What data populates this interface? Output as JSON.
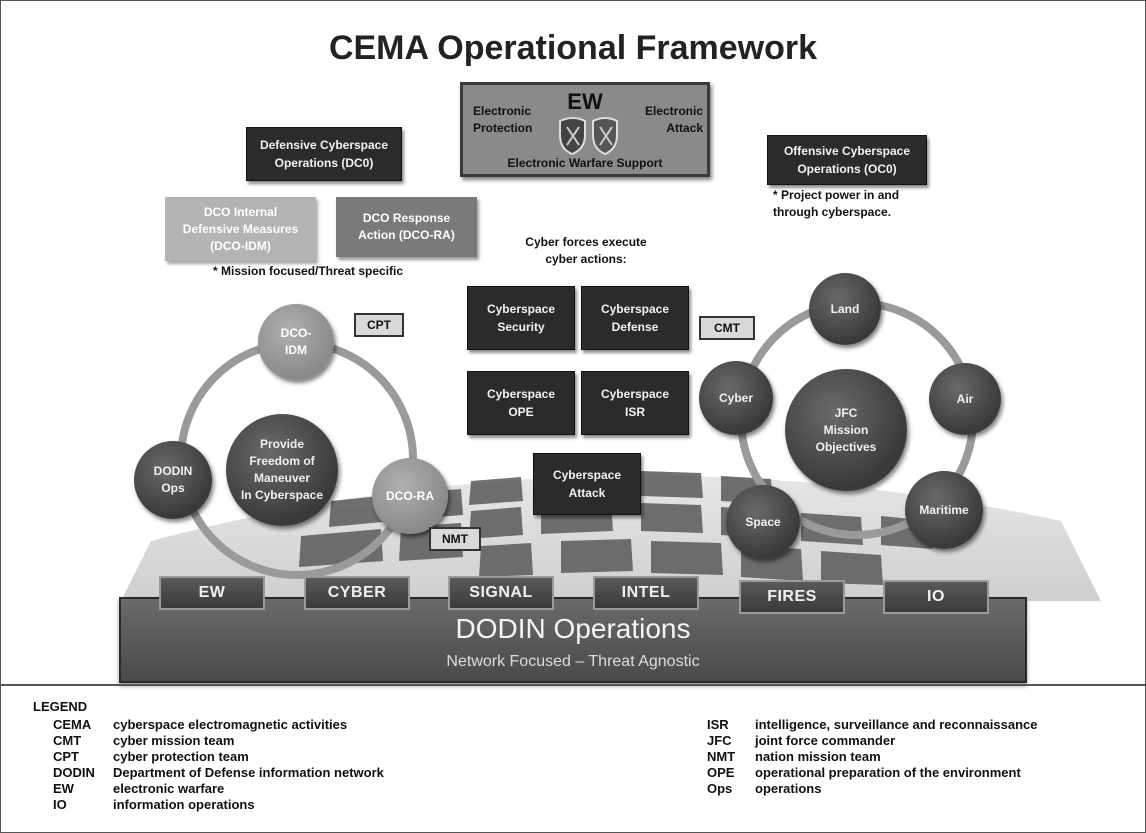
{
  "title": "CEMA Operational Framework",
  "ew": {
    "heading": "EW",
    "left": "Electronic\nProtection",
    "right": "Electronic\nAttack",
    "bottom": "Electronic Warfare Support"
  },
  "dco": {
    "main": "Defensive Cyberspace\nOperations (DC0)",
    "idm": "DCO Internal\nDefensive Measures\n(DCO-IDM)",
    "ra": "DCO Response\nAction (DCO-RA)",
    "note": "* Mission focused/Threat specific"
  },
  "oco": {
    "main": "Offensive Cyberspace\nOperations (OC0)",
    "note": "* Project power in and\nthrough cyberspace."
  },
  "actions": {
    "heading": "Cyber forces execute\ncyber actions:",
    "security": "Cyberspace\nSecurity",
    "defense": "Cyberspace\nDefense",
    "ope": "Cyberspace\nOPE",
    "isr": "Cyberspace\nISR",
    "attack": "Cyberspace\nAttack"
  },
  "left_ring": {
    "dco_idm": "DCO-\nIDM",
    "dodin_ops": "DODIN\nOps",
    "dco_ra": "DCO-RA",
    "center": "Provide\nFreedom of\nManeuver\nIn Cyberspace",
    "cpt": "CPT",
    "nmt": "NMT"
  },
  "right_ring": {
    "land": "Land",
    "air": "Air",
    "maritime": "Maritime",
    "space": "Space",
    "cyber": "Cyber",
    "center": "JFC\nMission\nObjectives",
    "cmt": "CMT"
  },
  "tabs": [
    "EW",
    "CYBER",
    "SIGNAL",
    "INTEL",
    "FIRES",
    "IO"
  ],
  "platform": {
    "title": "DODIN Operations",
    "subtitle": "Network Focused – Threat Agnostic"
  },
  "legend": {
    "heading": "LEGEND",
    "left": [
      {
        "abbr": "CEMA",
        "def": "cyberspace electromagnetic activities"
      },
      {
        "abbr": "CMT",
        "def": "cyber mission team"
      },
      {
        "abbr": "CPT",
        "def": "cyber protection team"
      },
      {
        "abbr": "DODIN",
        "def": "Department of Defense information network"
      },
      {
        "abbr": "EW",
        "def": "electronic warfare"
      },
      {
        "abbr": "IO",
        "def": "information operations"
      }
    ],
    "right": [
      {
        "abbr": "ISR",
        "def": "intelligence, surveillance and reconnaissance"
      },
      {
        "abbr": "JFC",
        "def": "joint force commander"
      },
      {
        "abbr": "NMT",
        "def": "nation mission team"
      },
      {
        "abbr": "OPE",
        "def": "operational preparation of the environment"
      },
      {
        "abbr": "Ops",
        "def": "operations"
      }
    ]
  }
}
